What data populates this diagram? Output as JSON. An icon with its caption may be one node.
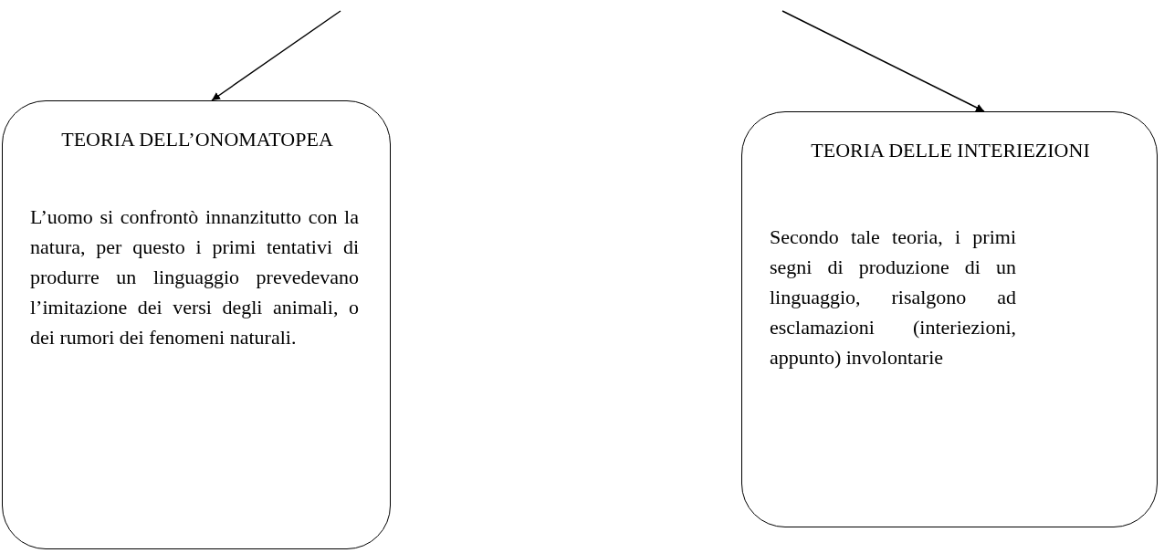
{
  "diagram": {
    "nodes": [
      {
        "text": [
          "TEORIA DELL’ONOMATOPEA",
          "L’uomo si confrontò innanzitutto con la natura, per questo i primi tentativi di produrre un linguaggio prevedevano l’imitazione dei versi degli animali, o dei rumori dei fenomeni naturali."
        ]
      },
      {
        "text": [
          "TEORIA DELLE INTERIEZIONI",
          "Secondo tale teoria, i primi segni di produzione di un linguaggio, risalgono ad esclamazioni (interiezioni, appunto) involontarie"
        ]
      }
    ],
    "edges": [
      {
        "from": null,
        "to": 0,
        "arrow": "to"
      },
      {
        "from": null,
        "to": 1,
        "arrow": "to"
      }
    ]
  }
}
